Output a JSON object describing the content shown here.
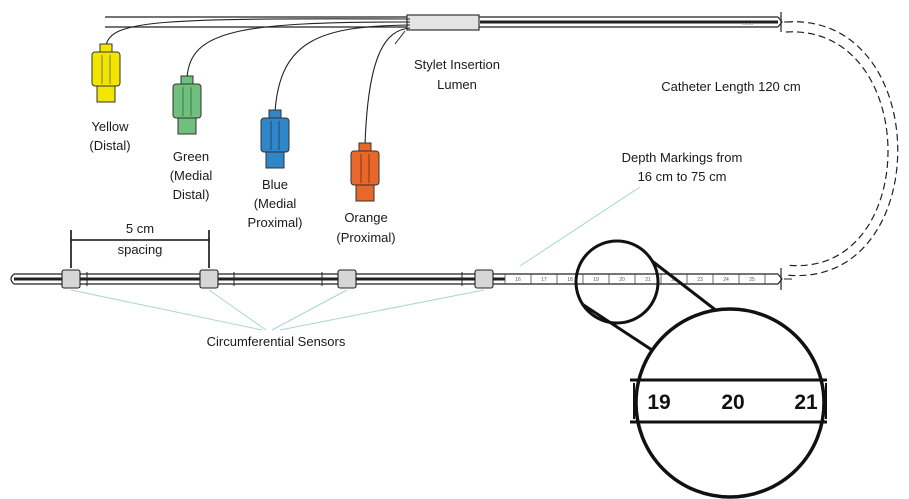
{
  "labels": {
    "yellow_line1": "Yellow",
    "yellow_line2": "(Distal)",
    "green_line1": "Green",
    "green_line2": "(Medial",
    "green_line3": "Distal)",
    "blue_line1": "Blue",
    "blue_line2": "(Medial",
    "blue_line3": "Proximal)",
    "orange_line1": "Orange",
    "orange_line2": "(Proximal)",
    "stylet_line1": "Stylet Insertion",
    "stylet_line2": "Lumen",
    "catheter_length": "Catheter Length 120 cm",
    "depth_line1": "Depth Markings from",
    "depth_line2": "16 cm to 75 cm",
    "spacing_line1": "5 cm",
    "spacing_line2": "spacing",
    "sensors": "Circumferential Sensors"
  },
  "depth_ticks": [
    "16",
    "17",
    "18",
    "19",
    "20",
    "21",
    "22",
    "23",
    "24",
    "25"
  ],
  "magnified": {
    "left": "19",
    "middle": "20",
    "right": "21"
  },
  "connector_colors": {
    "yellow": "#f2e600",
    "green": "#6fbf7e",
    "blue": "#2f86c9",
    "orange": "#e7682a"
  }
}
